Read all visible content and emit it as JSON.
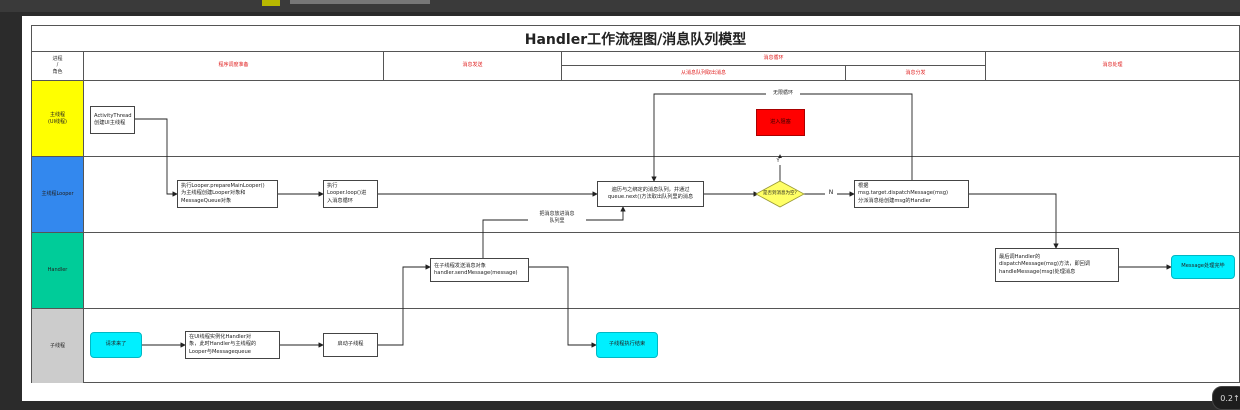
{
  "title": "Handler工作流程图/消息队列模型",
  "header": {
    "corner": "进程\n/\n角色",
    "cols": [
      "程序调度准备",
      "消息发送",
      "消息循环",
      "消息处理"
    ],
    "subcols": [
      "从消息队列取出消息",
      "消息分发"
    ]
  },
  "lanes": [
    {
      "label": "主线程\n(UI线程)",
      "color": "#ffff00"
    },
    {
      "label": "主线程Looper",
      "color": "#3388ee"
    },
    {
      "label": "Handler",
      "color": "#00cc99"
    },
    {
      "label": "子线程",
      "color": "#cccccc"
    }
  ],
  "nodes": {
    "activity_thread": "ActivityThread\n创建UI主线程",
    "looper_prepare": "执行Looper.prepareMainLooper()\n为主线程创建Looper对象和\nMessageQueue对象",
    "looper_loop": "执行\nLooper.loop()进\n入消息循环",
    "traverse_queue": "遍历与之绑定的消息队列，并通过\nqueue.next()方法取出队列里的消息",
    "decision": "是否到消息为空?",
    "dispatch": "根据\nmsg.target.dispatchMessage(msg)\n分派消息给创建msg的Handler",
    "handle_message": "最后调Handler的\ndispatchMessage(msg)方法，即回调\nhandleMessage(msg)处理消息",
    "message_done": "Message处理完毕",
    "queue_block": "进入阻塞",
    "infinite_loop": "无限循环",
    "enqueue_label": "把消息放进消息\n队列里",
    "send_message": "在子线程发送消息对象\nhandler.sendMessage(message)",
    "request_start": "请求来了",
    "create_handler": "在UI线程实例化Handler对\n象，此时Handler与主线程的\nLooper与Messagequeue",
    "start_child": "启动子线程",
    "child_done": "子线程执行结束",
    "n_label": "N",
    "y_label": "Y"
  },
  "ui": {
    "zoom_badge": "0.2↑"
  }
}
